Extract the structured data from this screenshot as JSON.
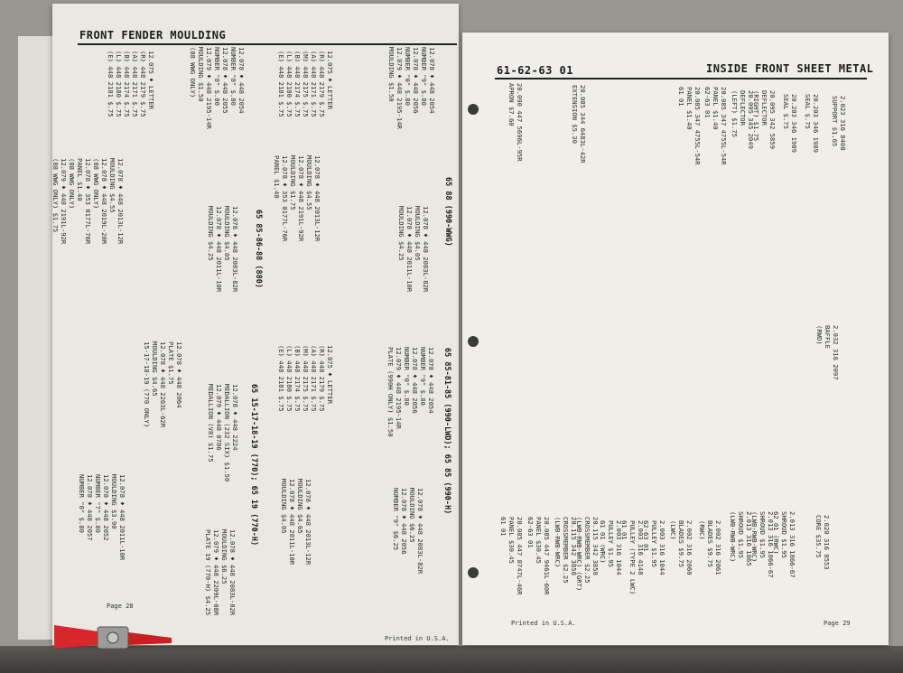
{
  "left_page": {
    "header": "FRONT FENDER MOULDING",
    "footer_page": "Page 28",
    "footer_printed": "Printed in U.S.A.",
    "panels": [
      {
        "caption": "65 85-86-88 (880)",
        "parts_top": "12.075 ♦ LETTER\n(R) 448 2179 $.75\n(A) 448 2171 $.75\n(B) 448 2174 $.75\n(L) 448 2180 $.75\n(E) 448 2181 $.75",
        "parts_right": "12.078 ♦ 448 2054\nNUMBER \"8\" $.80\n12.078 ♦ 448 2055\nNUMBER \"8\" $.80\n12.079 ♦ 448 2195-14R\nMOULDING $1.50\n(88 WWG ONLY)",
        "parts_left": "12.078 ♦ 448 2013L-12R\nMOULDING $4.55\n12.078 ♦ 448 2019L-20R\n(88 WWG ONLY)\n12.078 ♦ 353 0177L-76R\nPANEL $1.40\n(88 WWG ONLY)\n12.079 ♦ 448 2191L-92R\n(88 WWG ONLY) $1.75",
        "parts_bottom": "12.078 ♦ 448 2083L-82R\nMOULDING $4.05\n12.078 ♦ 448 2011L-10R\nMOULDING $4.25",
        "emblem": "880"
      },
      {
        "caption": "65 88 (990-WWG)",
        "parts_top": "12.075 ♦ LETTER\n(R) 448 2179 $.75\n(A) 448 2171 $.75\n(M) 448 2175 $.75\n(B) 448 2174 $.75\n(L) 448 2180 $.75\n(E) 448 2181 $.75",
        "parts_right": "12.078 ♦ 448 2054\nNUMBER \"9\" $.80\n12.078 ♦ 448 2056\nNUMBER \"0\" $.80\n12.079 ♦ 448 2195-14R\nMOULDING $1.50",
        "parts_left": "12.078 ♦ 448 2013L-12R\nMOULDING $4.55\n12.078 ♦ 448 2191L-92R\nMOULDING $1.75\n12.078 ♦ 353 0177L-76R\nPANEL $1.40",
        "parts_bottom": "12.078 ♦ 448 2083L-82R\nMOULDING $4.05\n12.078 ♦ 448 2011L-10R\nMOULDING $4.25",
        "emblem": "990"
      },
      {
        "caption": "65 15-17-18-19 (770); 65 19 (770-H)",
        "parts_top": "12.078 ♦ 448 2064\nPLATE $1.75\n12.078 ♦ 448 2263L-62R\nMOULDING $4.65\n15-17-18-19 (770 ONLY)",
        "parts_right": "12.078 ♦ 448 2224\nMEDALLION (232 SIX) $1.50\n12.079 ♦ 448 0786\nMEDALLION (V8) $1.75",
        "parts_left": "12.078 ♦ 448 2011L-10R\nMOULDING $3.90\n12.078 ♦ 448 2052\nNUMBER \"7\" $.80\n12.078 ♦ 448 2057\nNUMBER \"0\" $.80",
        "parts_bottom": "12.078 ♦ 448 2083L-82R\nMOULDING $6.25\n12.079 ♦ 448 2209L-08R\nPLATE 19 (770-H) $4.25",
        "emblem": ""
      },
      {
        "caption": "65 85-81-85 (990-LWD); 65 85 (990-H)",
        "parts_top": "12.075 ♦ LETTER\n(R) 448 2179 $.75\n(A) 448 2171 $.75\n(M) 448 2175 $.75\n(B) 448 2174 $.75\n(L) 448 2180 $.75\n(E) 448 2181 $.75",
        "parts_right": "12.078 ♦ 448 2054\nNUMBER \"9\" $.80\n12.078 ♦ 448 2056\nNUMBER \"0\" $.80\n12.079 ♦ 448 2195-14R\nPLATE (990H ONLY) $1.50",
        "parts_left": "12.078 ♦ 448 2013L-12R\nMOULDING $4.65\n12.078 ♦ 448 2011L-10R\nMOULDING $4.05",
        "parts_bottom": "12.078 ♦ 448 2083L-82R\nMOULDING $6.25\n12.078 ♦ 448 2056\nNUMBER \"9\" $6.25",
        "emblem": "990"
      }
    ]
  },
  "right_page": {
    "header_left": "61-62-63 01",
    "header_right": "INSIDE FRONT SHEET METAL",
    "footer_page": "Page 29",
    "footer_printed": "Printed in U.S.A.",
    "callouts_top": [
      "20.090 447 5696L-95R\nAPRON $7.60",
      "20.085 344 6483L-42R\nEXTENSION $5.30",
      "20.085 347 4755L-54R\nPANEL $1.40\n61 01",
      "20.085 347 4755L-54R\nPANEL $1.40\n62-63 01",
      "20.095 345 2049\nDEFLECTOR\n(LEFT) $1.75",
      "20.095 342 5859\nDEFLECTOR\n(RIGHT) $1.75",
      "20.203 346 1989\nSEAL $.75",
      "20.203 346 1989\nSEAL $.75",
      "2.023 316 8408\nSUPPORT $1.65"
    ],
    "callouts_mid": [
      "2.032 316 2097\nBAFFLE\n(RWD)"
    ],
    "callouts_bottom": [
      "20.085 447 8747L-46R\nPANEL $30.45\n61 01",
      "20.085 447 9461L-60R\nPANEL $30.45\n62-63 01",
      "20.115 342 3858\nCROSSMEMBER $2.25\n(LWB-RWB-WRC)",
      "20.115 342 3858\nCROSSMEMBER $2.25\n(LWB-RWB-WRC) (GRT)",
      "2.003 316 1044\nPULLEY $1.95\n61 01 (WRC)",
      "2.003 316 4148\nPULLEY (TYPE 2 LWC)\n61 01",
      "2.003 316 1044\nPULLEY $1.95\n62-63 01",
      "2.002 316 2060\nBLADES $9.75\n(LWC)",
      "2.002 316 2061\nBLADES $9.75\n(RWC)",
      "2.013 316 1865\nSHROUD $1.95\n(LWB-RWB-WRC)",
      "2.013 316 1866-67\nSHROUD $1.95\n(LWB-RWB-WRC)",
      "2.013 316 1866-67\nSHROUD $1.95\n62 01 (RWC)",
      "2.020 316 0553\nCORE $35.75"
    ]
  }
}
